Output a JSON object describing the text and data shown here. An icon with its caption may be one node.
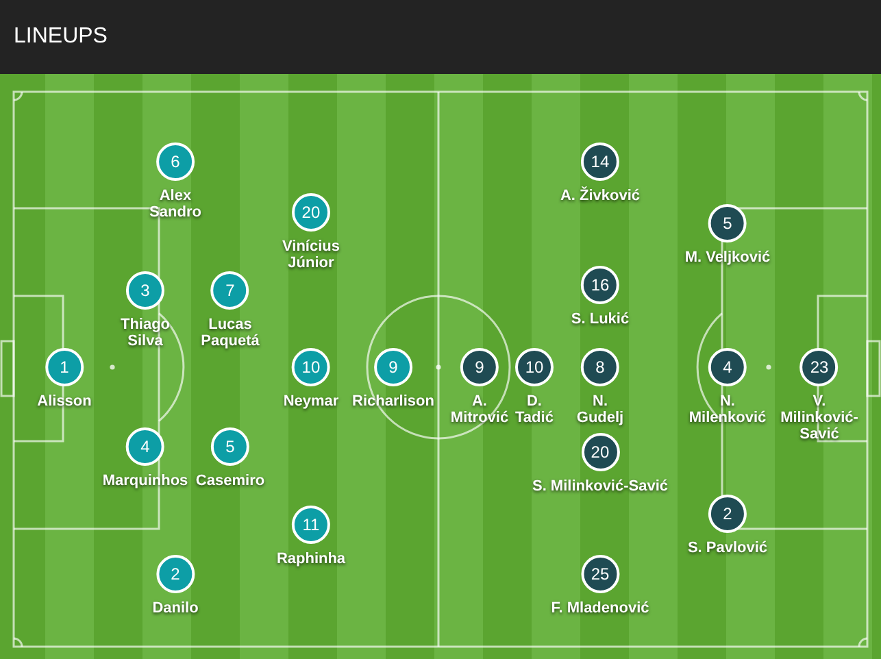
{
  "diagram": {
    "title": "LINEUPS",
    "nodes": [
      {
        "text": [
          "6",
          "Alex Sandro"
        ]
      },
      {
        "text": [
          "14",
          "A. Živković"
        ]
      },
      {
        "text": [
          "20",
          "Vinícius Júnior"
        ]
      },
      {
        "text": [
          "5",
          "M. Veljković"
        ]
      },
      {
        "text": [
          "3",
          "Thiago Silva"
        ]
      },
      {
        "text": [
          "7",
          "Lucas Paquetá"
        ]
      },
      {
        "text": [
          "16",
          "S. Lukić"
        ]
      },
      {
        "text": [
          "1",
          "Alisson"
        ]
      },
      {
        "text": [
          "10",
          "Neymar"
        ]
      },
      {
        "text": [
          "9",
          "Richarlison"
        ]
      },
      {
        "text": [
          "9",
          "A. Mitrović"
        ]
      },
      {
        "text": [
          "10",
          "D. Tadić"
        ]
      },
      {
        "text": [
          "8",
          "N. Gudelj"
        ]
      },
      {
        "text": [
          "4",
          "N. Milenković"
        ]
      },
      {
        "text": [
          "23",
          "V. Milinković-Savić"
        ]
      },
      {
        "text": [
          "4",
          "Marquinhos"
        ]
      },
      {
        "text": [
          "5",
          "Casemiro"
        ]
      },
      {
        "text": [
          "20",
          "S. Milinković-Savić"
        ]
      },
      {
        "text": [
          "11",
          "Raphinha"
        ]
      },
      {
        "text": [
          "2",
          "S. Pavlović"
        ]
      },
      {
        "text": [
          "2",
          "Danilo"
        ]
      },
      {
        "text": [
          "25",
          "F. Mladenović"
        ]
      }
    ]
  }
}
